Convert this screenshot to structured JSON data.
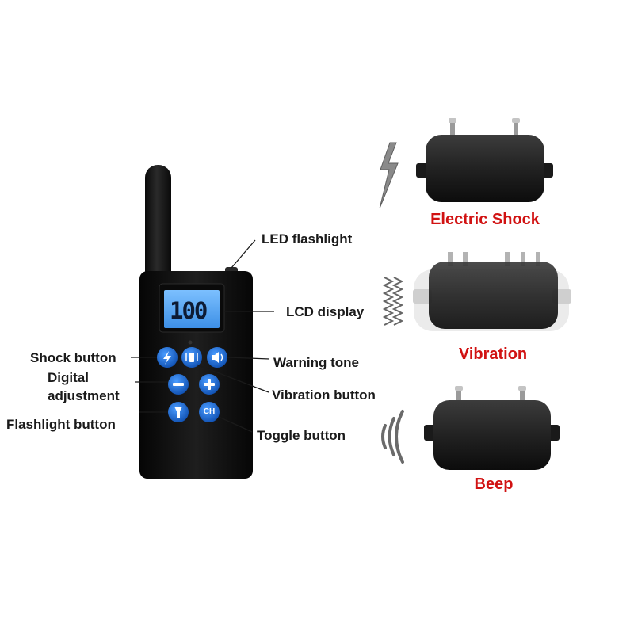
{
  "remote": {
    "lcd_value": "100",
    "buttons": {
      "shock": "shock-bolt-icon",
      "vibration": "vibration-icon",
      "tone": "speaker-icon",
      "minus": "−",
      "plus": "+",
      "flashlight": "flashlight-icon",
      "channel": "CH"
    }
  },
  "callouts": {
    "led_flashlight": "LED flashlight",
    "lcd_display": "LCD display",
    "shock_button": "Shock button",
    "digital_adjustment_line1": "Digital",
    "digital_adjustment_line2": "adjustment",
    "warning_tone": "Warning tone",
    "vibration_button": "Vibration button",
    "flashlight_button": "Flashlight button",
    "toggle_button": "Toggle button"
  },
  "modes": {
    "shock": "Electric Shock",
    "vibration": "Vibration",
    "beep": "Beep"
  },
  "colors": {
    "accent_label": "#d11212",
    "button_blue": "#1f6fd6",
    "lcd_blue": "#5aa6f0",
    "device_body": "#111111"
  }
}
